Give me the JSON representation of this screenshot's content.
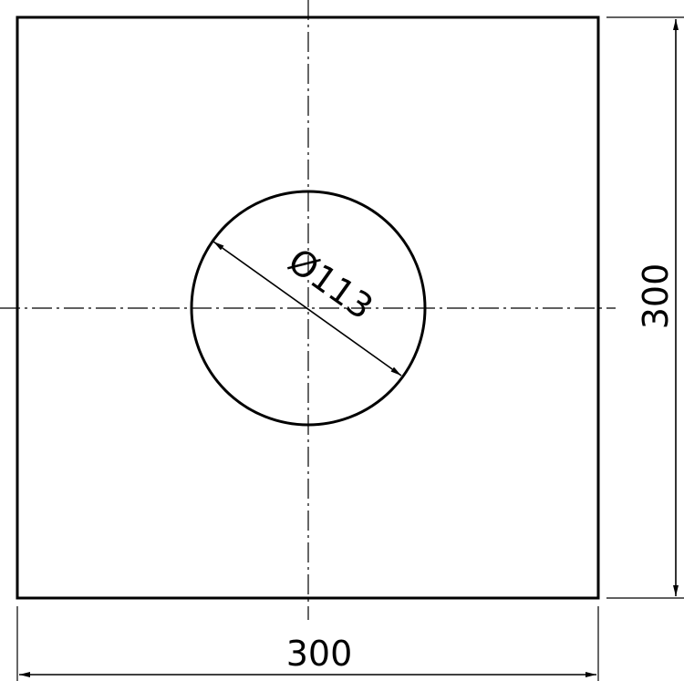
{
  "drawing": {
    "width_dimension": "300",
    "height_dimension": "300",
    "hole_diameter_dimension": "Ø113"
  },
  "colors": {
    "line": "#000000",
    "background": "#ffffff"
  }
}
